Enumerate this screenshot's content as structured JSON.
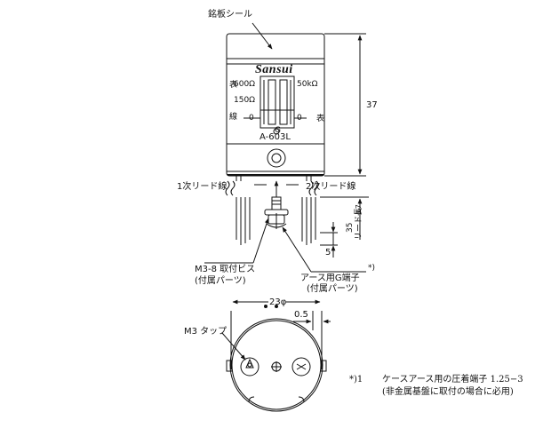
{
  "labels": {
    "nameplate_seal": "銘板シール",
    "brand": "Sansui",
    "ohm_600": "600Ω",
    "ohm_150": "150Ω",
    "ohm_50k": "50kΩ",
    "zero_left": "0",
    "zero_right": "0",
    "ground_mark": "G",
    "model": "A-603L",
    "primary_lead": "1次リード線",
    "secondary_lead": "2次リード線",
    "m3_8_screw": "M3-8 取付ビス",
    "screw_accessory": "(付属パーツ)",
    "earth_g_terminal": "アース用G端子",
    "terminal_accessory": "(付属パーツ)",
    "footnote_marker": "*)",
    "m3_tap": "M3 タップ",
    "lead_length": "リード長",
    "lead_length_value": "35",
    "lead_tolerance": "±7"
  },
  "dimensions": {
    "height": "37",
    "strip": "5",
    "diameter": "23φ",
    "clearance": "0.5"
  },
  "footnote": {
    "marker": "*)1",
    "line1": "ケースアース用の圧着端子 1.25−3",
    "line2": "(非金属基盤に取付の場合に必用)"
  },
  "side_chars": {
    "left": [
      "表",
      "",
      "線"
    ],
    "right": [
      "",
      "",
      "表"
    ]
  }
}
